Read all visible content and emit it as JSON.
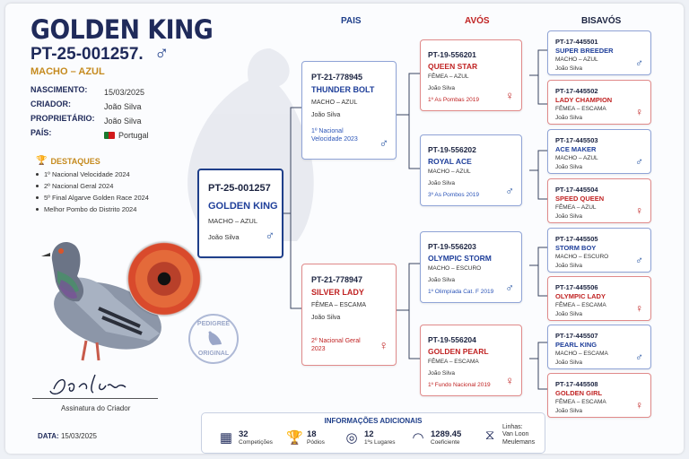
{
  "header": {
    "title": "GOLDEN KING",
    "ring": "PT-25-001257.",
    "sex_symbol": "♂",
    "sex_color": "MACHO – AZUL"
  },
  "details": [
    {
      "label": "NASCIMENTO:",
      "value": "15/03/2025"
    },
    {
      "label": "CRIADOR:",
      "value": "João Silva"
    },
    {
      "label": "PROPRIETÁRIO:",
      "value": "João Silva"
    },
    {
      "label": "PAÍS:",
      "value": "Portugal"
    }
  ],
  "highlights": {
    "title": "DESTAQUES",
    "items": [
      "1º Nacional Velocidade 2024",
      "2º Nacional Geral 2024",
      "5º Final Algarve Golden Race 2024",
      "Melhor Pombo do Distrito 2024"
    ]
  },
  "stamp": {
    "top": "PEDIGREE",
    "bottom": "ORIGINAL"
  },
  "signature": {
    "script": "João Silva",
    "label": "Assinatura do Criador"
  },
  "date": {
    "label": "DATA:",
    "value": "15/03/2025"
  },
  "columns": {
    "pais": "PAIS",
    "avos": "AVÓS",
    "bisavos": "BISAVÓS"
  },
  "colors": {
    "male": "#1f3f9a",
    "female": "#c02323",
    "gold": "#c58a1e"
  },
  "subject": {
    "ring": "PT-25-001257",
    "name": "GOLDEN KING",
    "sc": "MACHO – AZUL",
    "owner": "João Silva",
    "sym": "♂"
  },
  "parents": [
    {
      "ring": "PT-21-778945",
      "name": "THUNDER BOLT",
      "sc": "MACHO – AZUL",
      "owner": "João Silva",
      "ach": "1º Nacional\nVelocidade 2023",
      "sym": "♂",
      "female": false
    },
    {
      "ring": "PT-21-778947",
      "name": "SILVER LADY",
      "sc": "FÊMEA – ESCAMA",
      "owner": "João Silva",
      "ach": "2º Nacional Geral\n2023",
      "sym": "♀",
      "female": true
    }
  ],
  "grandparents": [
    {
      "ring": "PT-19-556201",
      "name": "QUEEN STAR",
      "sc": "FÊMEA – AZUL",
      "owner": "João Silva",
      "ach": "1º As Pombas 2019",
      "sym": "♀",
      "female": true
    },
    {
      "ring": "PT-19-556202",
      "name": "ROYAL ACE",
      "sc": "MACHO – AZUL",
      "owner": "João Silva",
      "ach": "3º As Pombos 2019",
      "sym": "♂",
      "female": false
    },
    {
      "ring": "PT-19-556203",
      "name": "OLYMPIC STORM",
      "sc": "MACHO – ESCURO",
      "owner": "João Silva",
      "ach": "1º Olimpíada Cat. F 2019",
      "sym": "♂",
      "female": false
    },
    {
      "ring": "PT-19-556204",
      "name": "GOLDEN PEARL",
      "sc": "FÊMEA – ESCAMA",
      "owner": "João Silva",
      "ach": "1º Fundo Nacional 2019",
      "sym": "♀",
      "female": true
    }
  ],
  "greatgrandparents": [
    {
      "ring": "PT-17-445501",
      "name": "SUPER BREEDER",
      "sc": "MACHO – AZUL",
      "owner": "João Silva",
      "sym": "♂",
      "female": false
    },
    {
      "ring": "PT-17-445502",
      "name": "LADY CHAMPION",
      "sc": "FÊMEA – ESCAMA",
      "owner": "João Silva",
      "sym": "♀",
      "female": true
    },
    {
      "ring": "PT-17-445503",
      "name": "ACE MAKER",
      "sc": "MACHO – AZUL",
      "owner": "João Silva",
      "sym": "♂",
      "female": false
    },
    {
      "ring": "PT-17-445504",
      "name": "SPEED QUEEN",
      "sc": "FÊMEA – AZUL",
      "owner": "João Silva",
      "sym": "♀",
      "female": true
    },
    {
      "ring": "PT-17-445505",
      "name": "STORM BOY",
      "sc": "MACHO – ESCURO",
      "owner": "João Silva",
      "sym": "♂",
      "female": false
    },
    {
      "ring": "PT-17-445506",
      "name": "OLYMPIC LADY",
      "sc": "FÊMEA – ESCAMA",
      "owner": "João Silva",
      "sym": "♀",
      "female": true
    },
    {
      "ring": "PT-17-445507",
      "name": "PEARL KING",
      "sc": "MACHO – ESCAMA",
      "owner": "João Silva",
      "sym": "♂",
      "female": false
    },
    {
      "ring": "PT-17-445508",
      "name": "GOLDEN GIRL",
      "sc": "FÊMEA – ESCAMA",
      "owner": "João Silva",
      "sym": "♀",
      "female": true
    }
  ],
  "additional": {
    "title": "INFORMAÇÕES ADICIONAIS",
    "stats": [
      {
        "icon": "calendar-icon",
        "value": "32",
        "label": "Competições"
      },
      {
        "icon": "trophy-icon",
        "value": "18",
        "label": "Pódios"
      },
      {
        "icon": "target-icon",
        "value": "12",
        "label": "1ºs Lugares"
      },
      {
        "icon": "gauge-icon",
        "value": "1289.45",
        "label": "Coeficiente"
      },
      {
        "icon": "dna-icon",
        "value": "Linhas:",
        "label": "Van Loon\nMeulemans"
      }
    ]
  }
}
